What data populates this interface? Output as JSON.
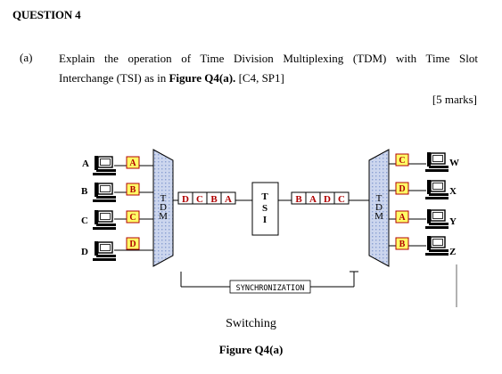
{
  "question": {
    "heading": "QUESTION 4",
    "part_label": "(a)",
    "text_line1": "Explain the operation of Time Division Multiplexing (TDM) with Time Slot",
    "text_line2_pre": "Interchange (TSI) as in ",
    "text_line2_bold": "Figure Q4(a).",
    "text_line2_post": " [C4, SP1]",
    "marks": "[5 marks]"
  },
  "figure": {
    "left_stations": [
      "A",
      "B",
      "C",
      "D"
    ],
    "left_slots": [
      "A",
      "B",
      "C",
      "D"
    ],
    "right_stations": [
      "W",
      "X",
      "Y",
      "Z"
    ],
    "right_slots": [
      "C",
      "D",
      "A",
      "B"
    ],
    "tdm_label": "TDM",
    "tsi_label": "TSI",
    "frame_in": [
      "D",
      "C",
      "B",
      "A"
    ],
    "frame_out": [
      "B",
      "A",
      "D",
      "C"
    ],
    "sync_label": "SYNCHRONIZATION",
    "switching_label": "Switching",
    "caption": "Figure Q4(a)",
    "colors": {
      "slot_fill": "#ffff66",
      "slot_border": "#b00000",
      "slot_text": "#b00000",
      "mux_fill": "#ccd6ee",
      "frame_text": "#b00000"
    }
  }
}
